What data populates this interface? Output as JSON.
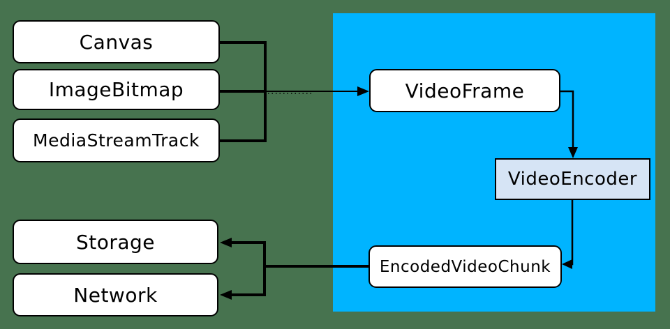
{
  "diagram": {
    "type": "flow-diagram",
    "description_of_pixels": "Video encoding pipeline diagram: Canvas, ImageBitmap and MediaStreamTrack feed into VideoFrame, which feeds VideoEncoder, which emits EncodedVideoChunk, which flows out to Storage and Network. VideoFrame, VideoEncoder and EncodedVideoChunk sit inside a highlighted blue region.",
    "nodes": {
      "canvas": {
        "label": "Canvas"
      },
      "image_bitmap": {
        "label": "ImageBitmap"
      },
      "media_stream_track": {
        "label": "MediaStreamTrack"
      },
      "video_frame": {
        "label": "VideoFrame"
      },
      "video_encoder": {
        "label": "VideoEncoder"
      },
      "encoded_video_chunk": {
        "label": "EncodedVideoChunk"
      },
      "storage": {
        "label": "Storage"
      },
      "network": {
        "label": "Network"
      }
    },
    "edges": [
      {
        "from": "Canvas",
        "to": "VideoFrame"
      },
      {
        "from": "ImageBitmap",
        "to": "VideoFrame"
      },
      {
        "from": "MediaStreamTrack",
        "to": "VideoFrame"
      },
      {
        "from": "VideoFrame",
        "to": "VideoEncoder"
      },
      {
        "from": "VideoEncoder",
        "to": "EncodedVideoChunk"
      },
      {
        "from": "EncodedVideoChunk",
        "to": "Storage"
      },
      {
        "from": "EncodedVideoChunk",
        "to": "Network"
      }
    ],
    "colors": {
      "background": "#47734f",
      "highlight_region": "#00b4ff",
      "node_fill": "#ffffff",
      "encoder_node_fill": "#d6e4f5",
      "line": "#000000",
      "text": "#000000"
    }
  }
}
